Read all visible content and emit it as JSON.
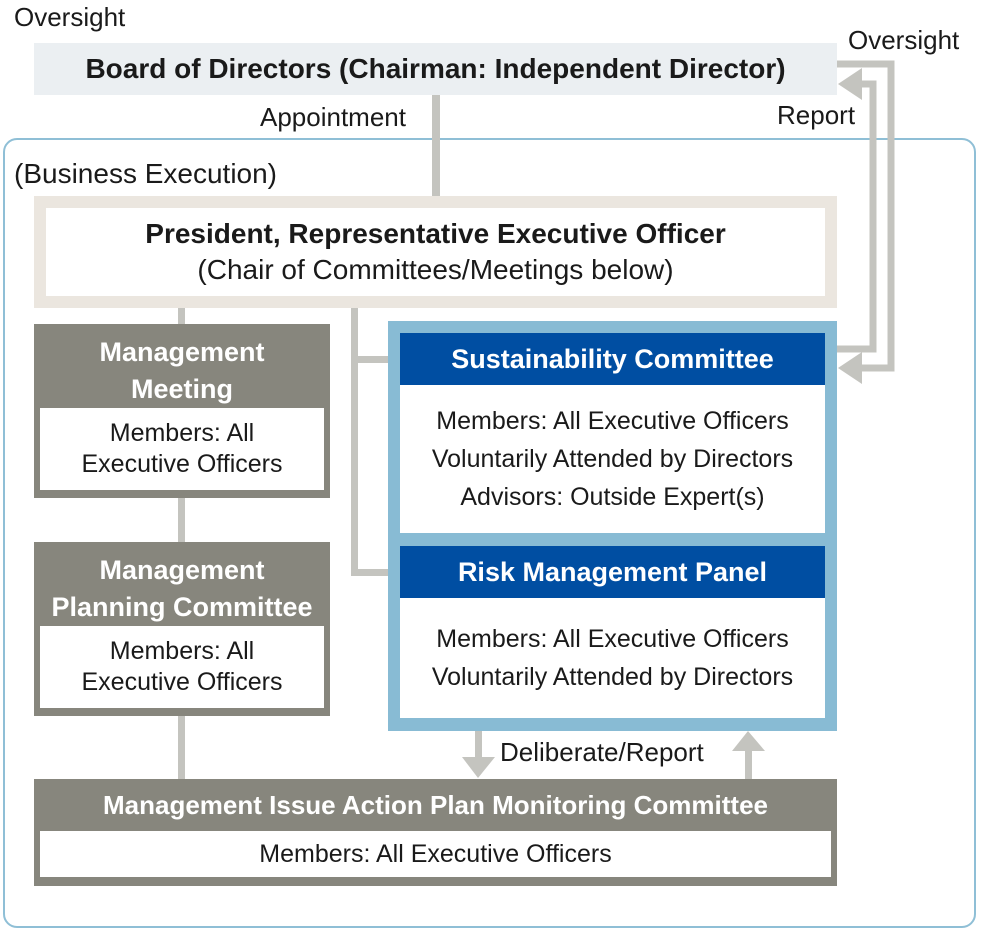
{
  "labels": {
    "oversight_left": "Oversight",
    "oversight_right": "Oversight",
    "appointment": "Appointment",
    "report": "Report",
    "business_execution": "(Business Execution)",
    "deliberate_report": "Deliberate/Report"
  },
  "board": {
    "title": "Board of Directors (Chairman: Independent Director)"
  },
  "president": {
    "title": "President, Representative Executive Officer",
    "subtitle": "(Chair of Committees/Meetings below)"
  },
  "management_meeting": {
    "title_line1": "Management",
    "title_line2": "Meeting",
    "members_line1": "Members: All",
    "members_line2": "Executive Officers"
  },
  "management_planning": {
    "title_line1": "Management",
    "title_line2": "Planning Committee",
    "members_line1": "Members: All",
    "members_line2": "Executive Officers"
  },
  "sustainability": {
    "title": "Sustainability Committee",
    "lines": [
      "Members: All Executive Officers",
      "Voluntarily Attended by Directors",
      "Advisors: Outside Expert(s)"
    ]
  },
  "risk_panel": {
    "title": "Risk Management Panel",
    "lines": [
      "Members: All Executive Officers",
      "Voluntarily Attended by Directors"
    ]
  },
  "monitoring": {
    "title": "Management Issue Action Plan Monitoring Committee",
    "members": "Members: All Executive Officers"
  },
  "colors": {
    "connector": "#c4c4bf",
    "blue_header": "#004ea2",
    "blue_frame": "#88bbd4",
    "gray_box": "#87867d",
    "board_bg": "#ebeff2",
    "president_border": "#ebe6df",
    "exec_frame": "#8fbfd6"
  }
}
